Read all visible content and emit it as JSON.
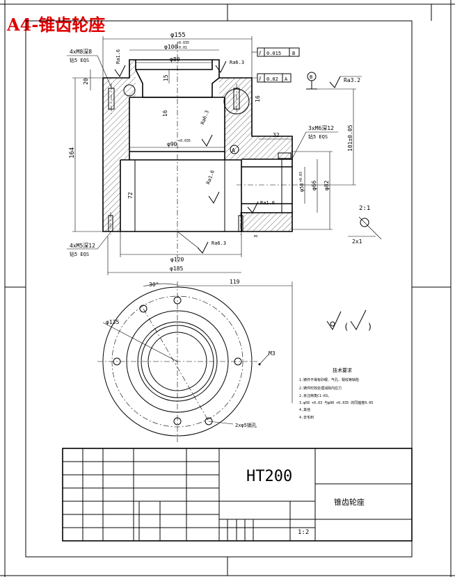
{
  "title": "A4-锥齿轮座",
  "dimensions": {
    "d155": "φ155",
    "d100": "φ100",
    "d100_tol_upper": "+0.035",
    "d100_tol_lower": "-0.01",
    "d80": "φ80",
    "d90": "φ90",
    "d90_tol": "+0.035",
    "d120": "φ120",
    "d185": "φ185",
    "d135": "φ135",
    "d66": "φ66",
    "d82": "φ82",
    "d58": "φ58",
    "d58_tol": "+0.03",
    "v20": "20",
    "v15": "15",
    "v16_top": "16",
    "v16_inner": "16",
    "v164": "164",
    "v72": "72",
    "v32": "32",
    "v101": "101±0.05",
    "v119": "119",
    "v30deg": "30°",
    "v3": "3",
    "m3": "M3"
  },
  "roughness": {
    "r16a": "Ra1.6",
    "r63a": "Ra6.3",
    "r63b": "Ra6.3",
    "r16b": "Ra1.6",
    "r16c": "Ra1.6",
    "r63c": "Ra6.3",
    "r32": "Ra3.2"
  },
  "callouts": {
    "holes_top": "4xM8深8",
    "holes_top_eqs": "钻5 EQS",
    "holes_bottom": "4xM5深12",
    "holes_bottom_eqs": "钻5 EQS",
    "holes_side": "3xM6深12",
    "holes_side_eqs": "钻5 EQS",
    "holes_2x": "2xφ5销孔",
    "detail_a": "A",
    "datum_b": "B"
  },
  "tolerance_frames": [
    {
      "symbol": "⫽",
      "value": "0.015",
      "datum": "B"
    },
    {
      "symbol": "⫽",
      "value": "0.02",
      "datum": "A"
    }
  ],
  "detail": {
    "scale": "2:1",
    "chamfer": "2x1"
  },
  "notes": {
    "heading": "技术要求",
    "line1": "1.铸件不得有砂眼、气孔、裂纹等缺陷",
    "line2": "2.铸件时效处理消除内应力",
    "line3": "2.未注倒角C1-R3。",
    "line4": "3.φ58 +0.03 与φ90 +0.035 的同轴度0.05",
    "line5": "4.其他",
    "line6": "4.去毛刺"
  },
  "title_block": {
    "material": "HT200",
    "part_name": "锥齿轮座",
    "scale": "1:2"
  }
}
